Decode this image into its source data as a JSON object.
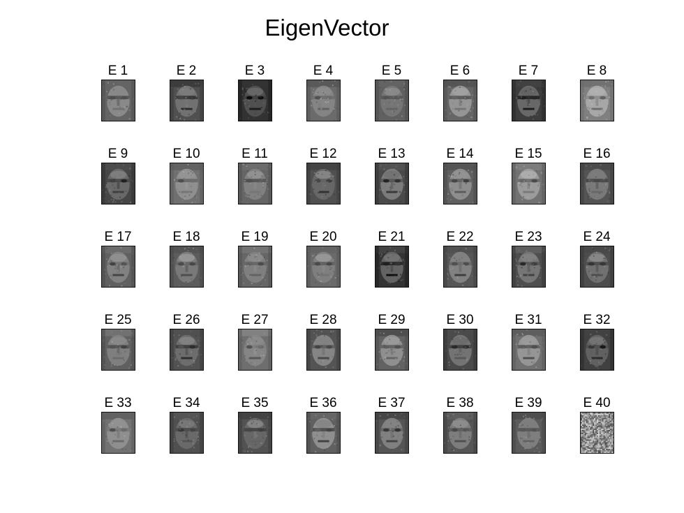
{
  "title": "EigenVector",
  "eigenvectors": [
    {
      "label": "E 1",
      "tone": "#6e6e6e"
    },
    {
      "label": "E 2",
      "tone": "#5a5a5a"
    },
    {
      "label": "E 3",
      "tone": "#3c3c3c"
    },
    {
      "label": "E 4",
      "tone": "#757575"
    },
    {
      "label": "E 5",
      "tone": "#6a6a6a"
    },
    {
      "label": "E 6",
      "tone": "#707070"
    },
    {
      "label": "E 7",
      "tone": "#474747"
    },
    {
      "label": "E 8",
      "tone": "#8a8a8a"
    },
    {
      "label": "E 9",
      "tone": "#505050"
    },
    {
      "label": "E 10",
      "tone": "#7a7a7a"
    },
    {
      "label": "E 11",
      "tone": "#6f6f6f"
    },
    {
      "label": "E 12",
      "tone": "#5a5a5a"
    },
    {
      "label": "E 13",
      "tone": "#545454"
    },
    {
      "label": "E 14",
      "tone": "#6a6a6a"
    },
    {
      "label": "E 15",
      "tone": "#7c7c7c"
    },
    {
      "label": "E 16",
      "tone": "#5e5e5e"
    },
    {
      "label": "E 17",
      "tone": "#6a6a6a"
    },
    {
      "label": "E 18",
      "tone": "#666666"
    },
    {
      "label": "E 19",
      "tone": "#707070"
    },
    {
      "label": "E 20",
      "tone": "#747474"
    },
    {
      "label": "E 21",
      "tone": "#3e3e3e"
    },
    {
      "label": "E 22",
      "tone": "#606060"
    },
    {
      "label": "E 23",
      "tone": "#585858"
    },
    {
      "label": "E 24",
      "tone": "#575757"
    },
    {
      "label": "E 25",
      "tone": "#6a6a6a"
    },
    {
      "label": "E 26",
      "tone": "#5c5c5c"
    },
    {
      "label": "E 27",
      "tone": "#787878"
    },
    {
      "label": "E 28",
      "tone": "#5e5e5e"
    },
    {
      "label": "E 29",
      "tone": "#6c6c6c"
    },
    {
      "label": "E 30",
      "tone": "#545454"
    },
    {
      "label": "E 31",
      "tone": "#7a7a7a"
    },
    {
      "label": "E 32",
      "tone": "#4a4a4a"
    },
    {
      "label": "E 33",
      "tone": "#7c7c7c"
    },
    {
      "label": "E 34",
      "tone": "#5a5a5a"
    },
    {
      "label": "E 35",
      "tone": "#5c5c5c"
    },
    {
      "label": "E 36",
      "tone": "#6a6a6a"
    },
    {
      "label": "E 37",
      "tone": "#5f5f5f"
    },
    {
      "label": "E 38",
      "tone": "#606060"
    },
    {
      "label": "E 39",
      "tone": "#656565"
    },
    {
      "label": "E 40",
      "tone": "#9a9a9a"
    }
  ]
}
